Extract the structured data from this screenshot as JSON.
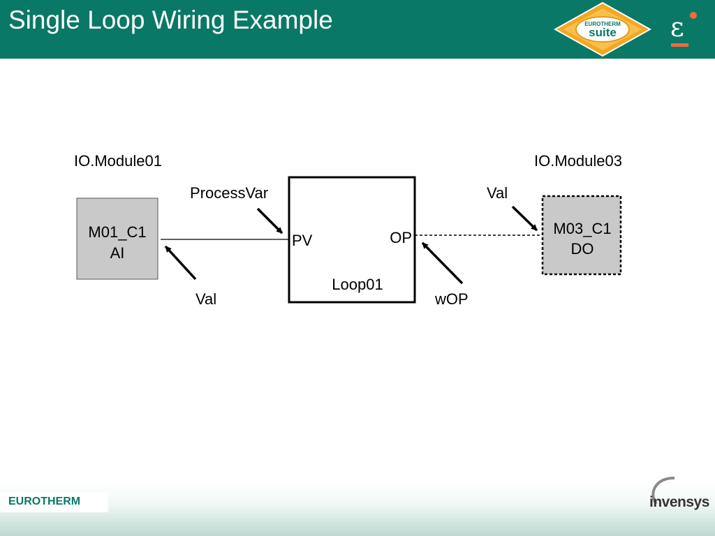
{
  "slide": {
    "title": "Single Loop Wiring Example"
  },
  "logos": {
    "suite_top": "EUROTHERM",
    "suite_main": "suite",
    "e_mark": "ε",
    "footer_brand": "EUROTHERM",
    "invensys": "invensys"
  },
  "diagram": {
    "module01_label": "IO.Module01",
    "module03_label": "IO.Module03",
    "block_ai": {
      "line1": "M01_C1",
      "line2": "AI"
    },
    "block_loop": {
      "pv": "PV",
      "op": "OP",
      "name": "Loop01"
    },
    "block_do": {
      "line1": "M03_C1",
      "line2": "DO"
    },
    "callouts": {
      "process_var": "ProcessVar",
      "val_ai": "Val",
      "val_do": "Val",
      "wop": "wOP"
    }
  },
  "colors": {
    "header_green": "#0a7866",
    "block_gray": "#c9c9c9",
    "logo_orange": "#f4a623",
    "accent_orange": "#f26b3a"
  }
}
